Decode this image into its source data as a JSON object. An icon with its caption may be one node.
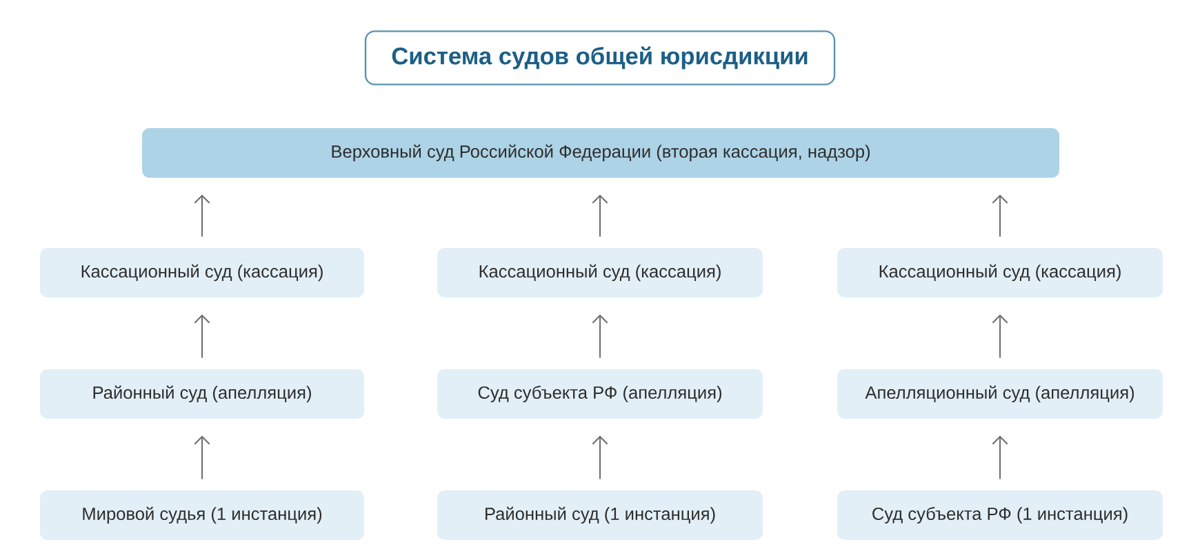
{
  "diagram": {
    "title": "Система судов общей юрисдикции",
    "nodes": [
      {
        "text": [
          "Верховный суд Российской Федерации (вторая кассация, надзор)"
        ]
      },
      {
        "text": [
          "Кассационный суд (кассация)"
        ]
      },
      {
        "text": [
          "Кассационный суд (кассация)"
        ]
      },
      {
        "text": [
          "Кассационный суд (кассация)"
        ]
      },
      {
        "text": [
          "Районный суд (апелляция)"
        ]
      },
      {
        "text": [
          "Суд субъекта РФ (апелляция)"
        ]
      },
      {
        "text": [
          "Апелляционный суд (апелляция)"
        ]
      },
      {
        "text": [
          "Мировой судья (1 инстанция)"
        ]
      },
      {
        "text": [
          "Районный суд (1 инстанция)"
        ]
      },
      {
        "text": [
          "Суд субъекта РФ (1 инстанция)"
        ]
      }
    ],
    "edges": [
      {
        "from": 1,
        "to": 0,
        "arrow": "to"
      },
      {
        "from": 2,
        "to": 0,
        "arrow": "to"
      },
      {
        "from": 3,
        "to": 0,
        "arrow": "to"
      },
      {
        "from": 4,
        "to": 1,
        "arrow": "to"
      },
      {
        "from": 5,
        "to": 2,
        "arrow": "to"
      },
      {
        "from": 6,
        "to": 3,
        "arrow": "to"
      },
      {
        "from": 7,
        "to": 4,
        "arrow": "to"
      },
      {
        "from": 8,
        "to": 5,
        "arrow": "to"
      },
      {
        "from": 9,
        "to": 6,
        "arrow": "to"
      }
    ]
  }
}
